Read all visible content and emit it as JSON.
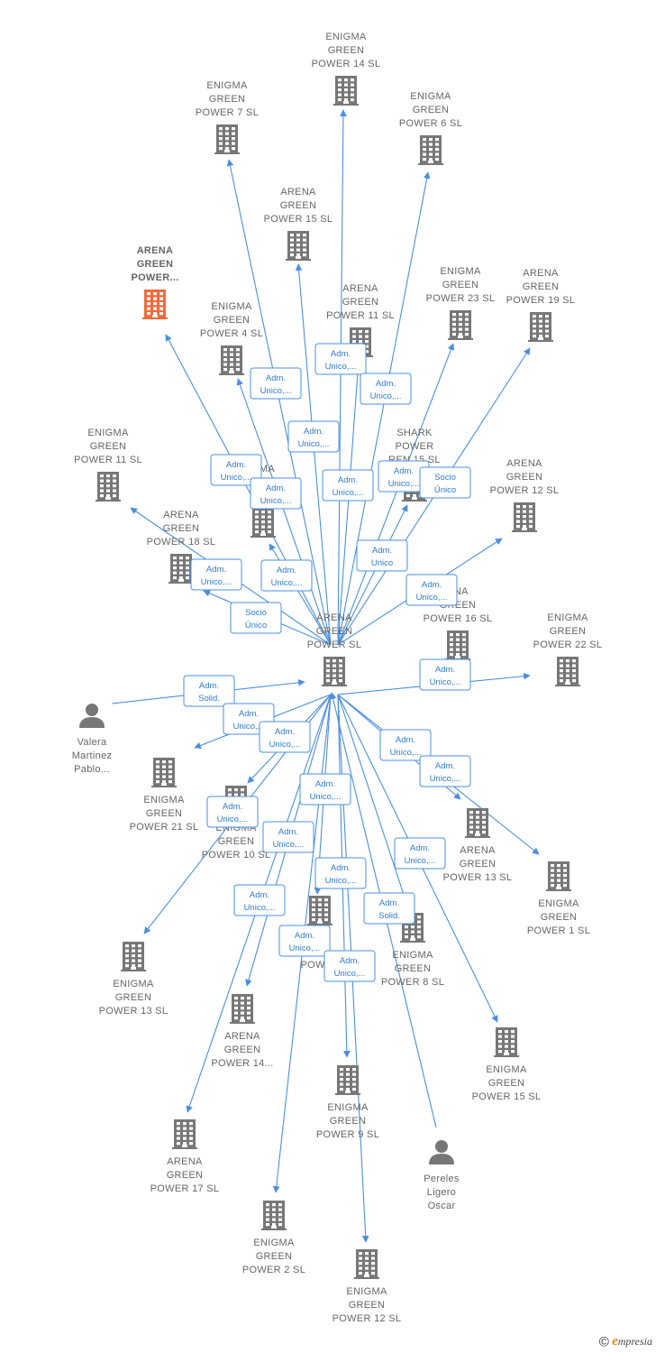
{
  "colors": {
    "edge": "#4a8fe0",
    "node": "#777777",
    "highlight": "#f26b3a",
    "text": "#666666"
  },
  "center": {
    "id": "center",
    "label": [
      "ARENA",
      "GREEN",
      "POWER  SL"
    ]
  },
  "nodes": [
    {
      "id": "n1",
      "icon": "building-icon",
      "label": [
        "ENIGMA",
        "GREEN",
        "POWER 14  SL"
      ]
    },
    {
      "id": "n2",
      "icon": "building-icon",
      "label": [
        "ENIGMA",
        "GREEN",
        "POWER 7  SL"
      ]
    },
    {
      "id": "n3",
      "icon": "building-icon",
      "label": [
        "ENIGMA",
        "GREEN",
        "POWER 6  SL"
      ]
    },
    {
      "id": "n4",
      "icon": "building-icon",
      "label": [
        "ARENA",
        "GREEN",
        "POWER 15  SL"
      ]
    },
    {
      "id": "n5",
      "icon": "building-icon",
      "label": [
        "ARENA",
        "GREEN",
        "POWER..."
      ],
      "highlight": true
    },
    {
      "id": "n6",
      "icon": "building-icon",
      "label": [
        "ARENA",
        "GREEN",
        "POWER 11  SL"
      ]
    },
    {
      "id": "n7",
      "icon": "building-icon",
      "label": [
        "ENIGMA",
        "GREEN",
        "POWER 23  SL"
      ]
    },
    {
      "id": "n8",
      "icon": "building-icon",
      "label": [
        "ARENA",
        "GREEN",
        "POWER 19  SL"
      ]
    },
    {
      "id": "n9",
      "icon": "building-icon",
      "label": [
        "ENIGMA",
        "GREEN",
        "POWER 4  SL"
      ]
    },
    {
      "id": "n10",
      "icon": "building-icon",
      "label": [
        "ENIGMA",
        "GREEN",
        "POWER 11  SL"
      ]
    },
    {
      "id": "n11",
      "icon": "building-icon",
      "label": [
        "SHARK",
        "POWER",
        "REN 15  SL"
      ]
    },
    {
      "id": "n12",
      "icon": "building-icon",
      "label": [
        "ARENA",
        "GREEN",
        "POWER 12  SL"
      ]
    },
    {
      "id": "n13",
      "icon": "building-icon",
      "label": [
        "GMA",
        "",
        "POW"
      ]
    },
    {
      "id": "n14",
      "icon": "building-icon",
      "label": [
        "ARENA",
        "GREEN",
        "POWER 18  SL"
      ]
    },
    {
      "id": "n15",
      "icon": "building-icon",
      "label": [
        "ENA",
        "GREEN",
        "POWER 16  SL"
      ]
    },
    {
      "id": "n16",
      "icon": "building-icon",
      "label": [
        "ENIGMA",
        "GREEN",
        "POWER 22  SL"
      ]
    },
    {
      "id": "n17",
      "icon": "person-icon",
      "label": [
        "Valera",
        "Martinez",
        "Pablo..."
      ]
    },
    {
      "id": "n18",
      "icon": "building-icon",
      "label": [
        "ENIGMA",
        "GREEN",
        "POWER 21  SL"
      ]
    },
    {
      "id": "n19",
      "icon": "building-icon",
      "label": [
        "ENIGMA",
        "GREEN",
        "POWER 10  SL"
      ]
    },
    {
      "id": "n20",
      "icon": "building-icon",
      "label": [
        "ARENA",
        "GREEN",
        "POWER 13  SL"
      ]
    },
    {
      "id": "n21",
      "icon": "building-icon",
      "label": [
        "ENIGMA",
        "GREEN",
        "POWER 1  SL"
      ]
    },
    {
      "id": "n22",
      "icon": "building-icon",
      "label": [
        "ENIGMA",
        "GREEN",
        "POWER 13  SL"
      ]
    },
    {
      "id": "n23",
      "icon": "building-icon",
      "label": [
        "MA",
        "",
        "POWER"
      ]
    },
    {
      "id": "n24",
      "icon": "building-icon",
      "label": [
        "ENIGMA",
        "GREEN",
        "POWER 8  SL"
      ]
    },
    {
      "id": "n25",
      "icon": "building-icon",
      "label": [
        "ARENA",
        "GREEN",
        "POWER 14..."
      ]
    },
    {
      "id": "n26",
      "icon": "building-icon",
      "label": [
        "ENIGMA",
        "GREEN",
        "POWER 15  SL"
      ]
    },
    {
      "id": "n27",
      "icon": "building-icon",
      "label": [
        "ENIGMA",
        "GREEN",
        "POWER 9  SL"
      ]
    },
    {
      "id": "n28",
      "icon": "building-icon",
      "label": [
        "ARENA",
        "GREEN",
        "POWER 17  SL"
      ]
    },
    {
      "id": "n29",
      "icon": "person-icon",
      "label": [
        "Pereles",
        "Ligero",
        "Oscar"
      ]
    },
    {
      "id": "n30",
      "icon": "building-icon",
      "label": [
        "ENIGMA",
        "GREEN",
        "POWER 2  SL"
      ]
    },
    {
      "id": "n31",
      "icon": "building-icon",
      "label": [
        "ENIGMA",
        "GREEN",
        "POWER 12  SL"
      ]
    }
  ],
  "edges": [
    {
      "to": "n1",
      "label": [
        "Adm.",
        "Unico,..."
      ]
    },
    {
      "to": "n2",
      "label": [
        "Adm.",
        "Unico,..."
      ]
    },
    {
      "to": "n3",
      "label": [
        "Adm.",
        "Unico,..."
      ]
    },
    {
      "to": "n4",
      "label": [
        "Adm.",
        "Unico,..."
      ]
    },
    {
      "to": "n5",
      "label": [
        "Adm.",
        "Unico,..."
      ]
    },
    {
      "to": "n6",
      "label": [
        "Adm.",
        "Unico,..."
      ]
    },
    {
      "to": "n7",
      "label": [
        "Adm.",
        "Unico,..."
      ]
    },
    {
      "to": "n8",
      "label": [
        "Socio",
        "Único"
      ]
    },
    {
      "to": "n9",
      "label": [
        "Adm.",
        "Unico,..."
      ]
    },
    {
      "to": "n10",
      "label": [
        "Adm.",
        "Unico,..."
      ]
    },
    {
      "to": "n11",
      "label": [
        "Adm.",
        "Unico"
      ]
    },
    {
      "to": "n12",
      "label": [
        "Adm.",
        "Unico,..."
      ]
    },
    {
      "to": "n13",
      "label": [
        "Adm.",
        "Unico,..."
      ]
    },
    {
      "to": "n14",
      "label": [
        "Socio",
        "Único"
      ]
    },
    {
      "to": "n16",
      "label": [
        "Adm.",
        "Unico,..."
      ]
    },
    {
      "to": "n17",
      "label": [
        "Adm.",
        "Solid."
      ],
      "reverse": true
    },
    {
      "to": "n18",
      "label": [
        "Adm.",
        "Unico,..."
      ]
    },
    {
      "to": "n19",
      "label": [
        "Adm.",
        "Unico,..."
      ]
    },
    {
      "to": "n20",
      "label": [
        "Adm.",
        "Unico,..."
      ]
    },
    {
      "to": "n21",
      "label": [
        "Adm.",
        "Unico,..."
      ]
    },
    {
      "to": "n22",
      "label": [
        "Adm.",
        "Unico,..."
      ]
    },
    {
      "to": "n23",
      "label": [
        "Adm.",
        "Unico,..."
      ]
    },
    {
      "to": "n24",
      "label": [
        "Adm.",
        "Solid."
      ],
      "reverse": true
    },
    {
      "to": "n25",
      "label": [
        "Adm.",
        "Unico,..."
      ]
    },
    {
      "to": "n26",
      "label": [
        "Adm.",
        "Unico,..."
      ]
    },
    {
      "to": "n27",
      "label": [
        "Adm.",
        "Unico,..."
      ]
    },
    {
      "to": "n28",
      "label": [
        "Adm.",
        "Unico,..."
      ]
    },
    {
      "to": "n30",
      "label": [
        "Adm.",
        "Unico,..."
      ]
    },
    {
      "to": "n31",
      "label": [
        "Adm.",
        "Unico,..."
      ]
    }
  ],
  "watermark": {
    "copyright": "©",
    "brand_first": "e",
    "brand_rest": "mpresia"
  }
}
